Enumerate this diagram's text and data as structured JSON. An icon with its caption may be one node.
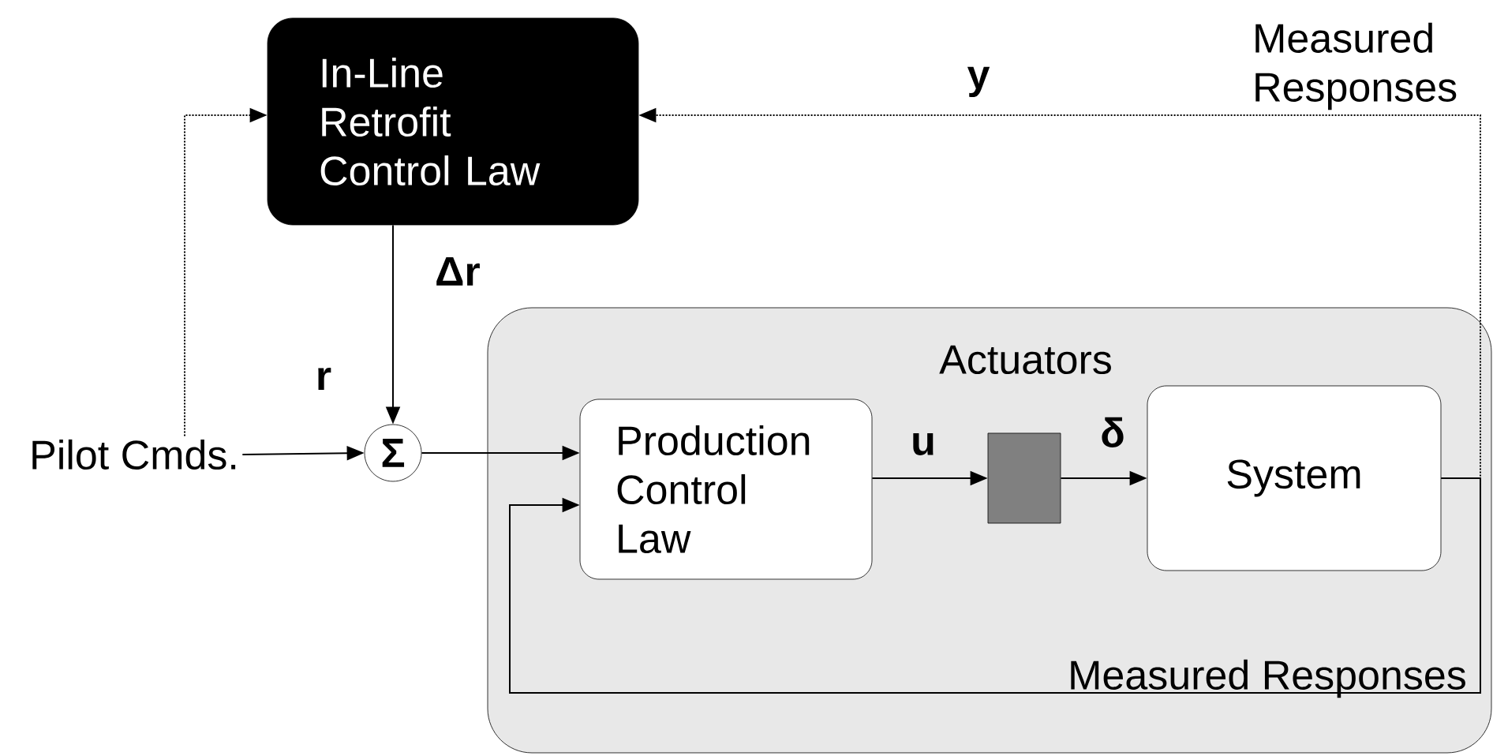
{
  "diagram": {
    "nodes": [
      {
        "text": [
          "In-Line Retrofit Control Law"
        ]
      },
      {
        "text": [
          "Pilot Cmds."
        ]
      },
      {
        "text": [
          "Σ"
        ]
      },
      {
        "text": [],
        "shape": "box"
      },
      {
        "text": [
          "Production Control Law"
        ],
        "in": 3
      },
      {
        "text": [],
        "shape": "box",
        "in": 3
      },
      {
        "text": [
          "System"
        ],
        "in": 3
      }
    ],
    "edges": [
      {
        "from": 0,
        "to": 2,
        "arrow": "to",
        "label": "Δr"
      },
      {
        "from": 1,
        "to": 2,
        "arrow": "to"
      },
      {
        "from": 2,
        "to": 4,
        "arrow": "to"
      },
      {
        "from": 4,
        "to": 5,
        "arrow": "to",
        "label": "u"
      },
      {
        "from": 5,
        "to": 6,
        "arrow": "to",
        "label": "δ"
      },
      {
        "from": 6,
        "to": 4,
        "arrow": "to",
        "label": "Measured Responses"
      },
      {
        "from": 6,
        "to": 0,
        "arrow": "to",
        "label": "y",
        "style": "dashed"
      },
      {
        "from": 1,
        "to": 0,
        "arrow": "to",
        "style": "dashed"
      }
    ],
    "labels": [
      "r",
      "Measured Responses",
      "Actuators"
    ]
  }
}
